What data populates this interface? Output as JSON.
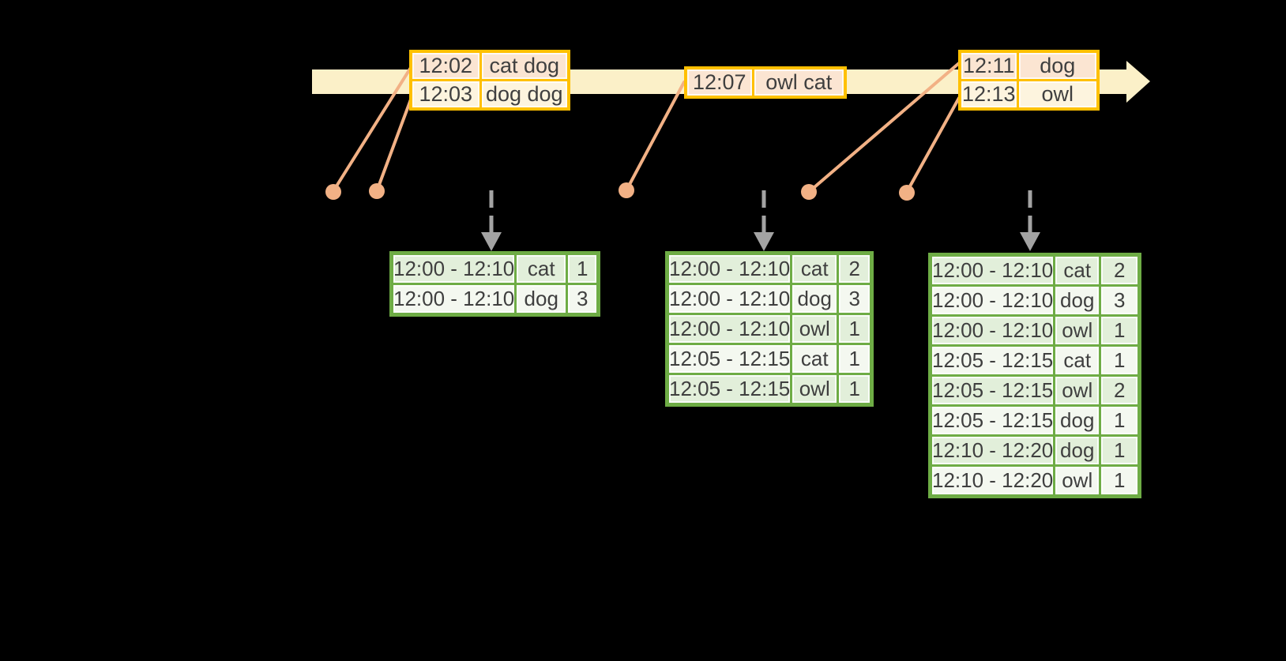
{
  "diagram": {
    "kind": "windowed-event-count-timeline",
    "colors": {
      "background": "#000000",
      "timeline_fill": "#FBF0C8",
      "event_table_border": "#FFC000",
      "event_row_odd": "#FBE5D2",
      "event_row_even": "#FDF4DE",
      "connector": "#F2B185",
      "trigger_arrow": "#A3A3A3",
      "result_table_border": "#6EAC45",
      "result_row_odd": "#E2EFDA",
      "result_row_even": "#F4F8F0",
      "text": "#3F3F3F"
    },
    "event_tables": [
      {
        "rows": [
          {
            "time": "12:02",
            "words": "cat dog"
          },
          {
            "time": "12:03",
            "words": "dog dog"
          }
        ]
      },
      {
        "rows": [
          {
            "time": "12:07",
            "words": "owl cat"
          }
        ]
      },
      {
        "rows": [
          {
            "time": "12:11",
            "words": "dog"
          },
          {
            "time": "12:13",
            "words": "owl"
          }
        ]
      }
    ],
    "result_tables": [
      {
        "rows": [
          [
            "12:00 - 12:10",
            "cat",
            "1"
          ],
          [
            "12:00 - 12:10",
            "dog",
            "3"
          ]
        ]
      },
      {
        "rows": [
          [
            "12:00 - 12:10",
            "cat",
            "2"
          ],
          [
            "12:00 - 12:10",
            "dog",
            "3"
          ],
          [
            "12:00 - 12:10",
            "owl",
            "1"
          ],
          [
            "12:05 - 12:15",
            "cat",
            "1"
          ],
          [
            "12:05 - 12:15",
            "owl",
            "1"
          ]
        ]
      },
      {
        "rows": [
          [
            "12:00 - 12:10",
            "cat",
            "2"
          ],
          [
            "12:00 - 12:10",
            "dog",
            "3"
          ],
          [
            "12:00 - 12:10",
            "owl",
            "1"
          ],
          [
            "12:05 - 12:15",
            "cat",
            "1"
          ],
          [
            "12:05 - 12:15",
            "owl",
            "2"
          ],
          [
            "12:05 - 12:15",
            "dog",
            "1"
          ],
          [
            "12:10 - 12:20",
            "dog",
            "1"
          ],
          [
            "12:10 - 12:20",
            "owl",
            "1"
          ]
        ]
      }
    ]
  }
}
